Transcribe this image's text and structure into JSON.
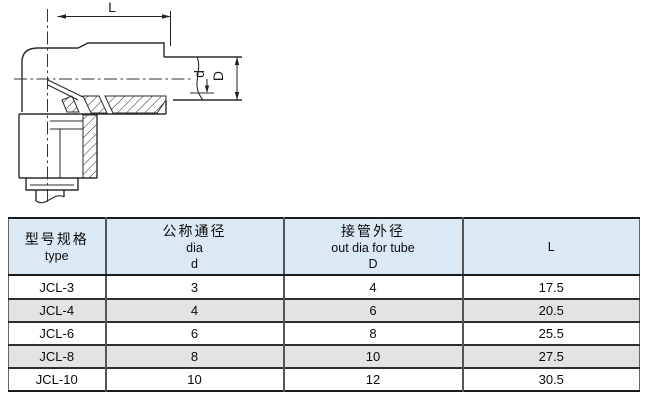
{
  "page": {
    "background": "#ffffff"
  },
  "drawing": {
    "description": "Sectioned technical drawing of a JCL elbow tube fitting with dimension callouts",
    "labels": {
      "length_dim": "L",
      "inner_dia_dim": "d",
      "outer_dia_dim": "D"
    }
  },
  "table": {
    "headers": {
      "type_zh": "型号规格",
      "type_en": "type",
      "dia_zh": "公称通径",
      "dia_en": "dia",
      "dia_sym": "d",
      "outdia_zh": "接管外径",
      "outdia_en": "out dia for tube",
      "outdia_sym": "D",
      "length": "L"
    },
    "rows": [
      {
        "type": "JCL-3",
        "d": "3",
        "D": "4",
        "L": "17.5"
      },
      {
        "type": "JCL-4",
        "d": "4",
        "D": "6",
        "L": "20.5"
      },
      {
        "type": "JCL-6",
        "d": "6",
        "D": "8",
        "L": "25.5"
      },
      {
        "type": "JCL-8",
        "d": "8",
        "D": "10",
        "L": "27.5"
      },
      {
        "type": "JCL-10",
        "d": "10",
        "D": "12",
        "L": "30.5"
      }
    ]
  },
  "colors": {
    "header_bg": "#dbe9f5",
    "alt_row_bg": "#e3e3e3",
    "border_dark": "#1b1b1b",
    "border_gray": "#555555",
    "drawing_line": "#2b2b2b"
  }
}
